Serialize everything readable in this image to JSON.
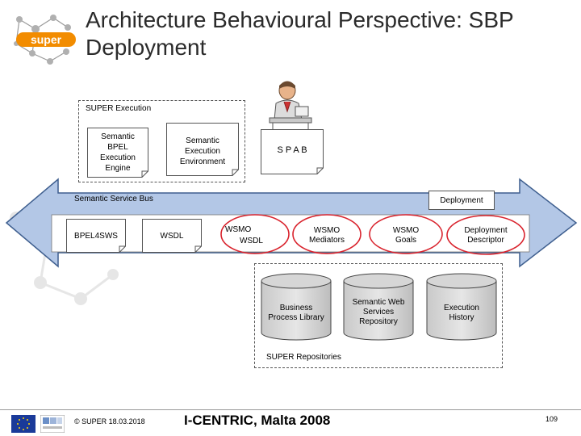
{
  "slide": {
    "title_line1": "Architecture Behavioural Perspective: SBP",
    "title_line2": "Deployment"
  },
  "super_execution": {
    "label": "SUPER Execution",
    "bpel_engine": [
      "Semantic",
      "BPEL",
      "Execution",
      "Engine"
    ],
    "exec_environment": [
      "Semantic",
      "Execution",
      "Environment"
    ]
  },
  "spab": {
    "label": "S P A B"
  },
  "bus": {
    "label": "Semantic Service Bus",
    "deployment": "Deployment"
  },
  "bus_items": {
    "bpel4sws": "BPEL4SWS",
    "wsdl": "WSDL",
    "wsmo_wsdl": [
      "WSMO",
      "WSDL"
    ],
    "wsmo_mediators": [
      "WSMO",
      "Mediators"
    ],
    "wsmo_goals": [
      "WSMO",
      "Goals"
    ],
    "deployment_descriptor": [
      "Deployment",
      "Descriptor"
    ]
  },
  "repositories": {
    "label": "SUPER Repositories",
    "business_process_library": [
      "Business",
      "Process Library"
    ],
    "semantic_web_services_repository": [
      "Semantic Web",
      "Services",
      "Repository"
    ],
    "execution_history": [
      "Execution",
      "History"
    ]
  },
  "footer": {
    "copyright": "© SUPER 18.03.2018",
    "event": "I-CENTRIC, Malta 2008",
    "page": "109"
  },
  "colors": {
    "arrow_fill": "#b3c7e6",
    "arrow_stroke": "#3f5f8f",
    "highlight_ellipse": "#d9232d",
    "deployment_fill": "#ffffff"
  },
  "icons": [
    "super-logo-icon",
    "person-at-desk-icon",
    "eu-flag-icon",
    "partner-logo-icon"
  ]
}
